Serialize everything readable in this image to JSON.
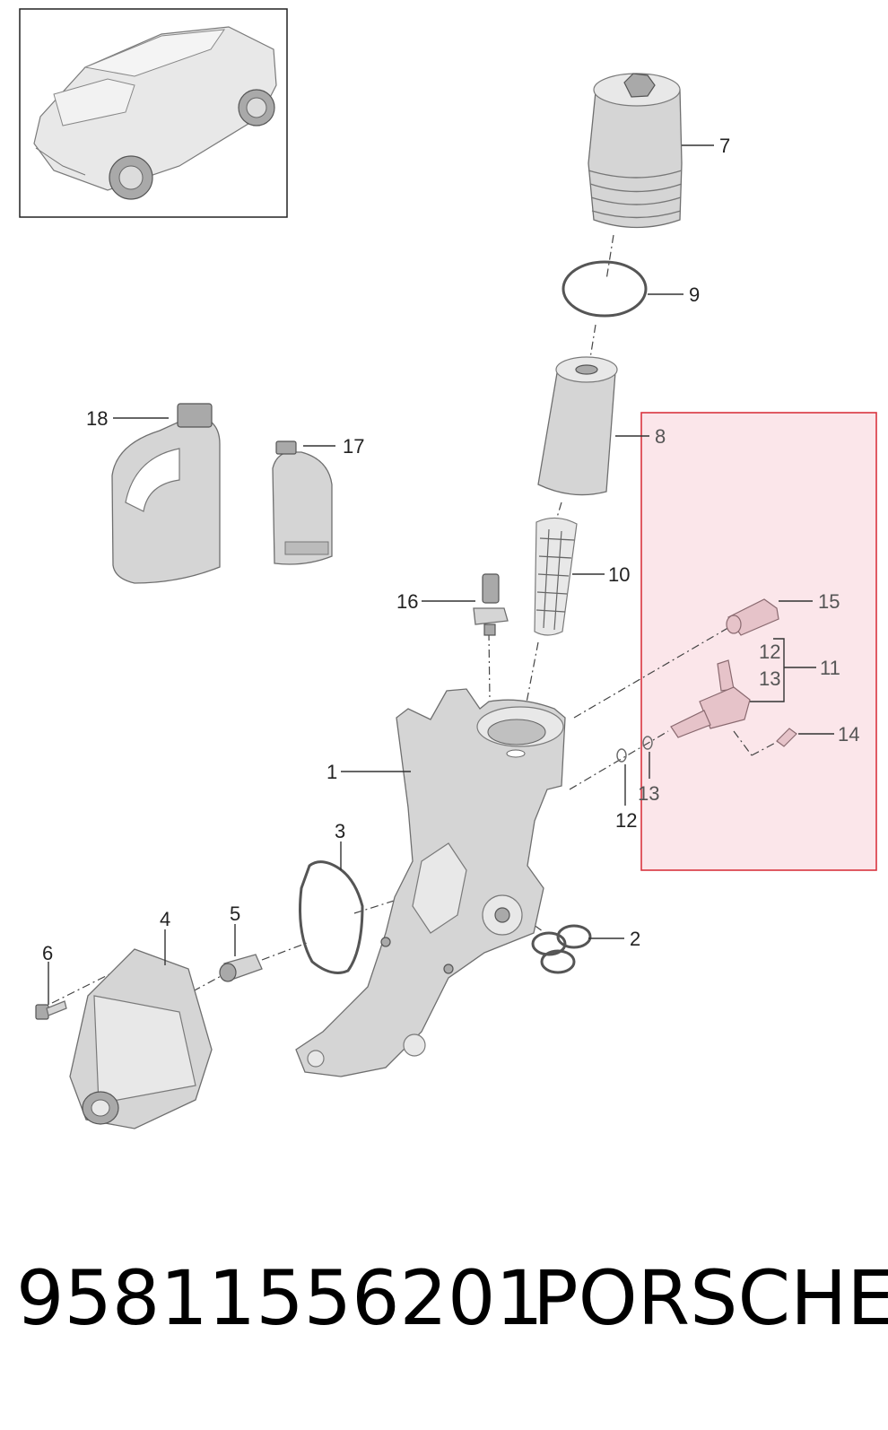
{
  "callouts": {
    "c1": "1",
    "c2": "2",
    "c3": "3",
    "c4": "4",
    "c5": "5",
    "c6": "6",
    "c7": "7",
    "c8": "8",
    "c9": "9",
    "c10": "10",
    "c11": "11",
    "c12_bracket": "12",
    "c13_bracket": "13",
    "c12": "12",
    "c13": "13",
    "c14": "14",
    "c15": "15",
    "c16": "16",
    "c17": "17",
    "c18": "18"
  },
  "footer": {
    "part_number": "95811556201",
    "brand": "PORSCHE"
  },
  "colors": {
    "highlight_border": "#d9343f",
    "highlight_fill": "#fbe6ea",
    "part_gray": "#d5d5d5",
    "text": "#000000"
  }
}
